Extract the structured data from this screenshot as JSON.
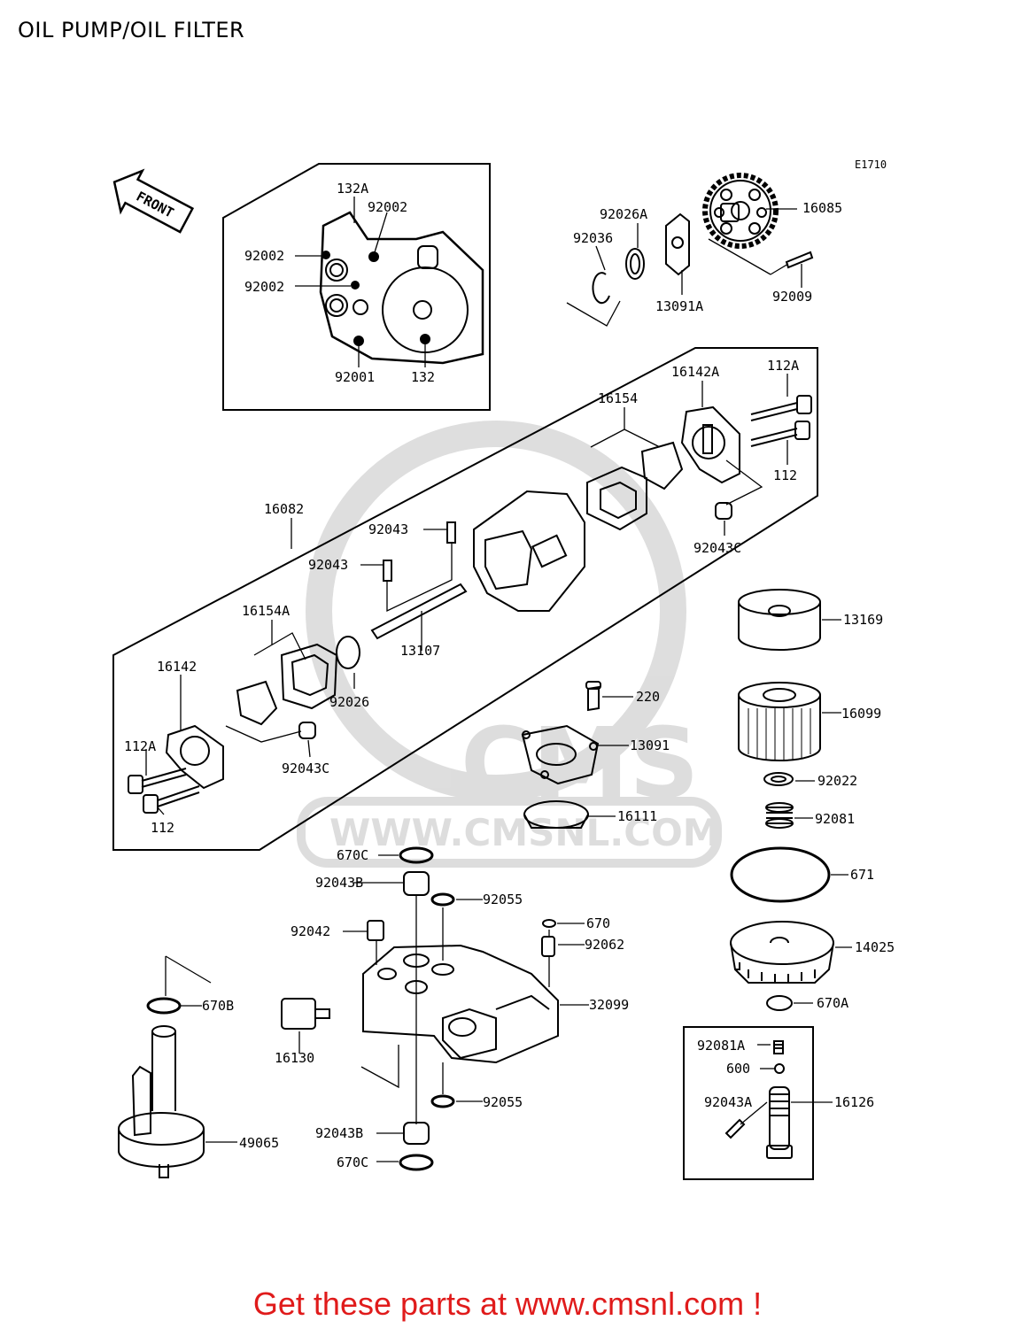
{
  "title": "OIL PUMP/OIL FILTER",
  "diagram_code": "E1710",
  "front_label": "FRONT",
  "watermark": "WWW.CMSNL.COM",
  "watermark_logo": "CMS",
  "promo_text": "Get these parts at www.cmsnl.com !",
  "callouts": {
    "c132A": "132A",
    "c92002a": "92002",
    "c92002b": "92002",
    "c92002c": "92002",
    "c92001": "92001",
    "c132": "132",
    "c92026A": "92026A",
    "c92036": "92036",
    "c13091A": "13091A",
    "c16085": "16085",
    "c92009": "92009",
    "c16142A": "16142A",
    "c112A_r": "112A",
    "c112_r": "112",
    "c16154": "16154",
    "c92043C_r": "92043C",
    "c16082": "16082",
    "c92043a": "92043",
    "c92043b": "92043",
    "c13107": "13107",
    "c16154A": "16154A",
    "c16142": "16142",
    "c92026": "92026",
    "c112A_l": "112A",
    "c112_l": "112",
    "c92043C_l": "92043C",
    "c13169": "13169",
    "c16099": "16099",
    "c92022": "92022",
    "c92081": "92081",
    "c671": "671",
    "c14025": "14025",
    "c670A": "670A",
    "c220": "220",
    "c13091": "13091",
    "c16111": "16111",
    "c670C_t": "670C",
    "c92043B_t": "92043B",
    "c92055_t": "92055",
    "c670": "670",
    "c92062": "92062",
    "c92042": "92042",
    "c32099": "32099",
    "c16130": "16130",
    "c92055_b": "92055",
    "c92043B_b": "92043B",
    "c670C_b": "670C",
    "c670B": "670B",
    "c49065": "49065",
    "c92081A": "92081A",
    "c600": "600",
    "c92043A": "92043A",
    "c16126": "16126"
  }
}
